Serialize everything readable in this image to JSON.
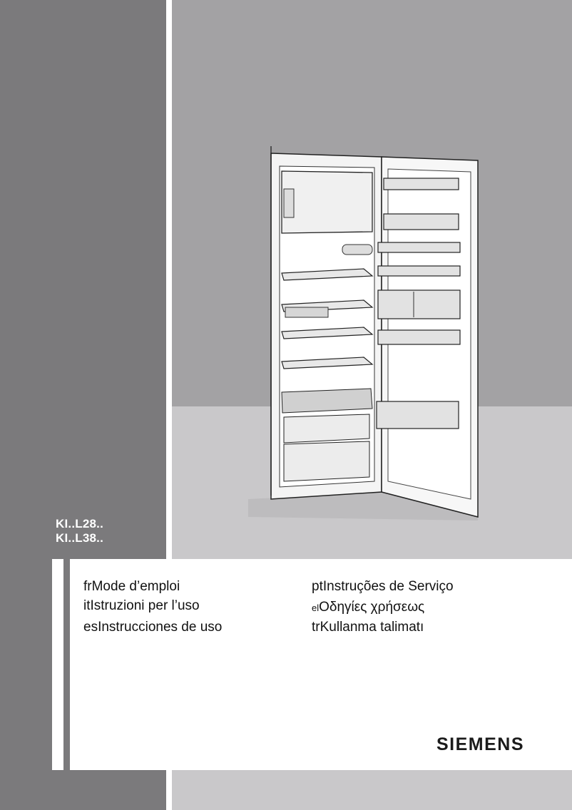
{
  "models": [
    "KI..L28..",
    "KI..L38.."
  ],
  "languages_left": [
    {
      "code": "fr",
      "title": "Mode d’emploi"
    },
    {
      "code": "it",
      "title": "Istruzioni per l’uso"
    },
    {
      "code": "es",
      "title": "Instrucciones de uso"
    }
  ],
  "languages_right": [
    {
      "code": "pt",
      "title": "Instruções de Serviço"
    },
    {
      "code": "el",
      "title": "Οδηγίες χρήσεως"
    },
    {
      "code": "tr",
      "title": "Kullanma talimatı"
    }
  ],
  "brand": "SIEMENS",
  "colors": {
    "dark_band": "#7b7a7c",
    "wall": "#a3a2a4",
    "floor": "#c9c8ca"
  }
}
